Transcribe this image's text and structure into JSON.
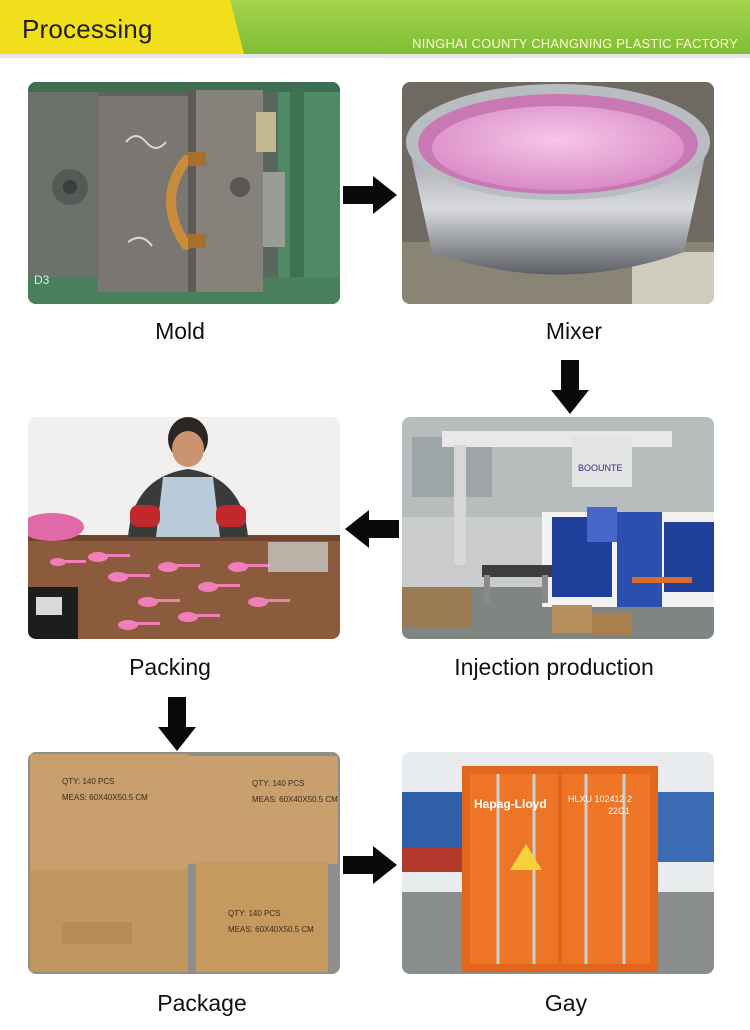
{
  "header": {
    "title": "Processing",
    "subtitle": "NINGHAI COUNTY CHANGNING PLASTIC FACTORY",
    "colors": {
      "yellow": "#f4e219",
      "green": "#8cc83c"
    }
  },
  "steps": [
    {
      "id": "mold",
      "caption": "Mold"
    },
    {
      "id": "mixer",
      "caption": "Mixer"
    },
    {
      "id": "injection",
      "caption": "Injection production"
    },
    {
      "id": "packing",
      "caption": "Packing"
    },
    {
      "id": "package",
      "caption": "Package"
    },
    {
      "id": "container",
      "caption": "Gay"
    }
  ],
  "photo_text": {
    "mold_marking": "D3",
    "box_qty_1": "QTY:  140  PCS",
    "box_meas_1": "MEAS:  60X40X50.5  CM",
    "box_qty_2": "QTY:  140  PCS",
    "box_meas_2": "MEAS:  60X40X50.5  CM",
    "box_qty_3": "QTY:  140  PCS",
    "box_meas_3": "MEAS:  60X40X50.5  CM",
    "container_brand": "Hapag-Lloyd",
    "container_number": "HLXU  102412 2",
    "container_code": "22G1",
    "machine_brand": "BOOUNTE"
  }
}
